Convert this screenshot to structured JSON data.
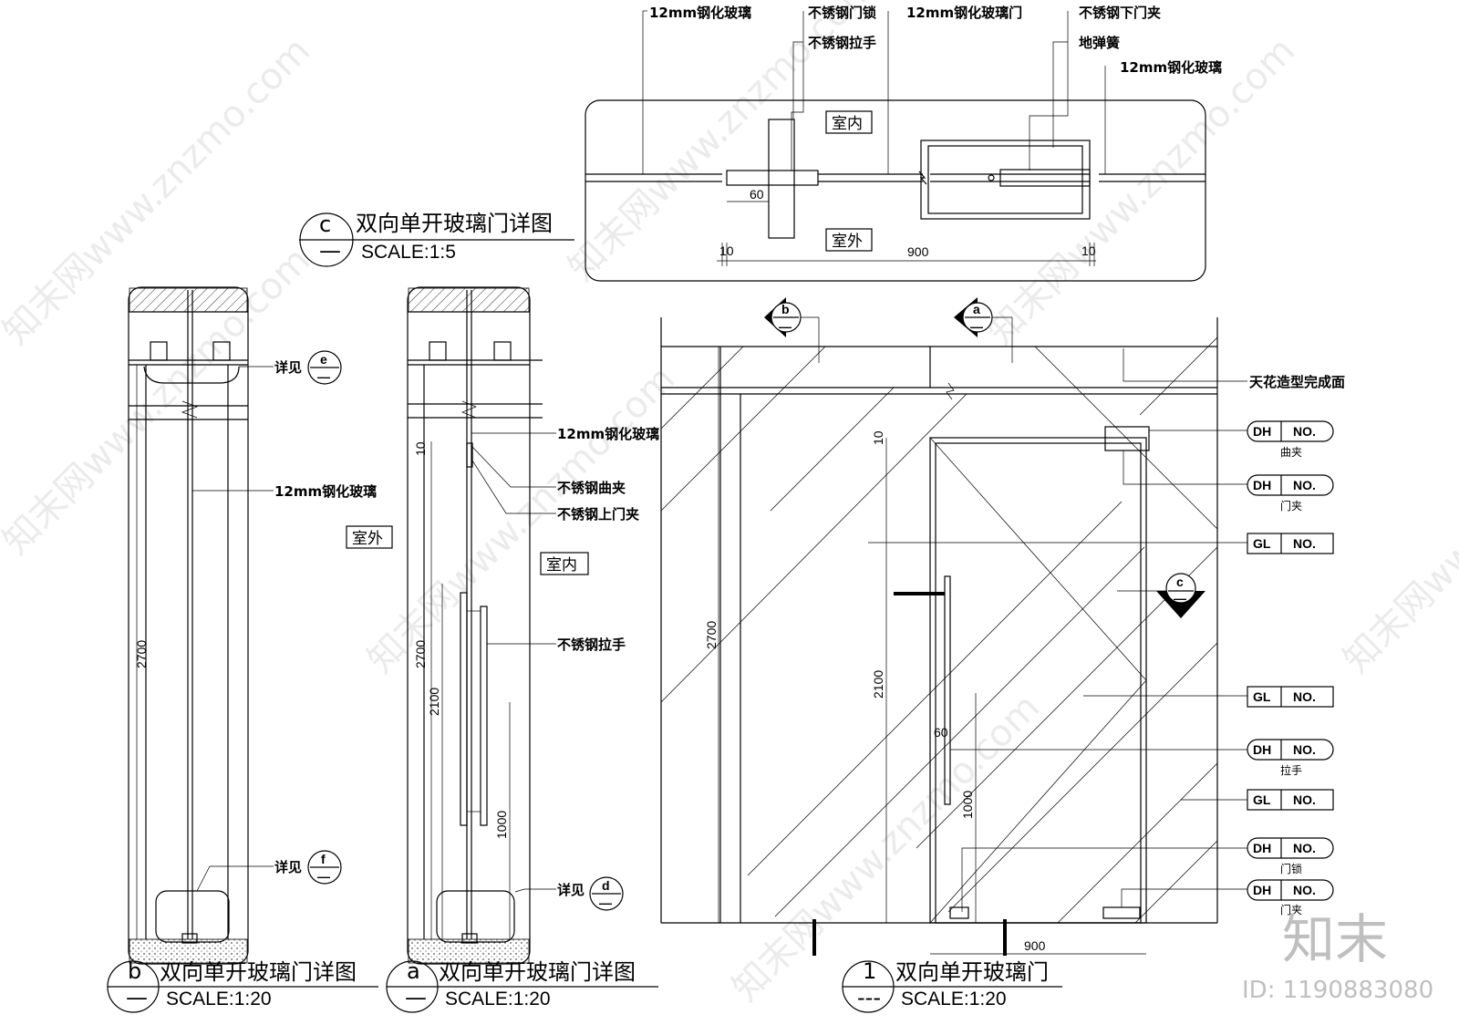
{
  "plan_c": {
    "labels": {
      "glass_left": "12mm钢化玻璃",
      "door_lock": "不锈钢门锁",
      "pull_handle": "不锈钢拉手",
      "glass_door": "12mm钢化玻璃门",
      "bottom_clamp": "不锈钢下门夹",
      "floor_spring": "地弹簧",
      "glass_right": "12mm钢化玻璃"
    },
    "rooms": {
      "inside": "室内",
      "outside": "室外"
    },
    "dims": {
      "d60": "60",
      "d10a": "10",
      "d900": "900",
      "d10b": "10"
    },
    "title": {
      "tag": "c",
      "sub": "—",
      "name": "双向单开玻璃门详图",
      "scale": "SCALE:1:5"
    }
  },
  "section_b": {
    "labels": {
      "see1": "详见",
      "glass": "12mm钢化玻璃",
      "see2": "详见"
    },
    "refs": {
      "e": "e",
      "f": "f",
      "dash": "—"
    },
    "room": "室外",
    "dims": {
      "h2700": "2700"
    },
    "title": {
      "tag": "b",
      "sub": "—",
      "name": "双向单开玻璃门详图",
      "scale": "SCALE:1:20"
    }
  },
  "section_a": {
    "labels": {
      "glass": "12mm钢化玻璃",
      "curved_clamp": "不锈钢曲夹",
      "top_clamp": "不锈钢上门夹",
      "pull_handle": "不锈钢拉手",
      "see": "详见"
    },
    "refs": {
      "d": "d",
      "dash": "—"
    },
    "room": "室内",
    "dims": {
      "d10": "10",
      "h2700": "2700",
      "h2100": "2100",
      "h1000": "1000"
    },
    "title": {
      "tag": "a",
      "sub": "—",
      "name": "双向单开玻璃门详图",
      "scale": "SCALE:1:20"
    }
  },
  "elevation_1": {
    "ceiling_label": "天花造型完成面",
    "markers": {
      "b": "b",
      "a": "a",
      "c": "c",
      "dash": "—"
    },
    "dims": {
      "d10": "10",
      "h2700": "2700",
      "h2100": "2100",
      "d60": "60",
      "h1000": "1000",
      "w900": "900"
    },
    "tags": [
      {
        "code": "DH",
        "no": "NO.",
        "sub": "曲夹"
      },
      {
        "code": "DH",
        "no": "NO.",
        "sub": "门夹"
      },
      {
        "code": "GL",
        "no": "NO.",
        "sub": ""
      },
      {
        "code": "GL",
        "no": "NO.",
        "sub": ""
      },
      {
        "code": "DH",
        "no": "NO.",
        "sub": "拉手"
      },
      {
        "code": "GL",
        "no": "NO.",
        "sub": ""
      },
      {
        "code": "DH",
        "no": "NO.",
        "sub": "门锁"
      },
      {
        "code": "DH",
        "no": "NO.",
        "sub": "门夹"
      }
    ],
    "title": {
      "tag": "1",
      "sub": "---",
      "name": "双向单开玻璃门",
      "scale": "SCALE:1:20"
    }
  },
  "brand": {
    "logo": "知末",
    "id": "ID: 1190883080"
  },
  "watermark": "知末网www.znzmo.com"
}
